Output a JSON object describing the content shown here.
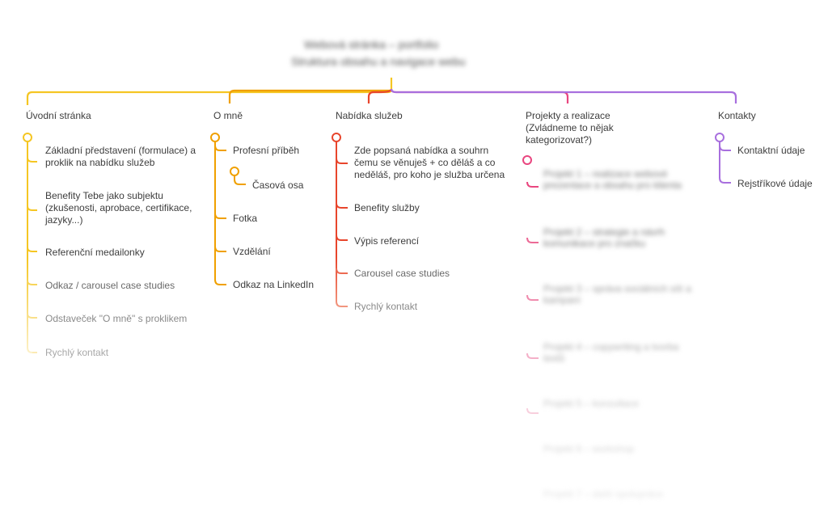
{
  "root": {
    "line1": "Webová stránka – portfolio",
    "line2": "Struktura obsahu a navigace webu"
  },
  "colors": {
    "yellow": "#f5c623",
    "orange": "#f0a000",
    "red": "#e8452c",
    "pink": "#e9467f",
    "purple": "#a86fde"
  },
  "branches": [
    {
      "key": "uvod",
      "title": "Úvodní stránka",
      "color": "#f5c623",
      "items": [
        "Základní představení (formulace) a proklik na nabídku služeb",
        "Benefity Tebe jako subjektu (zkušenosti, aprobace, certifikace, jazyky...)",
        "Referenční medailonky",
        "Odkaz / carousel case studies",
        "Odstaveček \"O mně\" s proklikem",
        "Rychlý kontakt"
      ]
    },
    {
      "key": "omne",
      "title": "O mně",
      "color": "#f0a000",
      "items": [
        "Profesní příběh",
        "Časová osa",
        "Fotka",
        "Vzdělání",
        "Odkaz na LinkedIn"
      ]
    },
    {
      "key": "sluzby",
      "title": "Nabídka služeb",
      "color": "#e8452c",
      "items": [
        "Zde popsaná nabídka a souhrn čemu se věnuješ + co děláš a co neděláš, pro koho je služba určena",
        "Benefity služby",
        "Výpis referencí",
        "Carousel case studies",
        "Rychlý kontakt"
      ]
    },
    {
      "key": "projekty",
      "title": "Projekty a realizace (Zvládneme to nějak kategorizovat?)",
      "color": "#e9467f",
      "items": [
        "Projekt 1 – realizace webové prezentace a obsahu pro klienta",
        "Projekt 2 – strategie a návrh komunikace pro značku",
        "Projekt 3 – správa sociálních sítí a kampaní",
        "Projekt 4 – copywriting a tvorba textů",
        "Projekt 5 – konzultace",
        "Projekt 6 – workshop",
        "Projekt 7 – další spolupráce"
      ]
    },
    {
      "key": "kontakty",
      "title": "Kontakty",
      "color": "#a86fde",
      "items": [
        "Kontaktní údaje",
        "Rejstříkové údaje"
      ]
    }
  ]
}
